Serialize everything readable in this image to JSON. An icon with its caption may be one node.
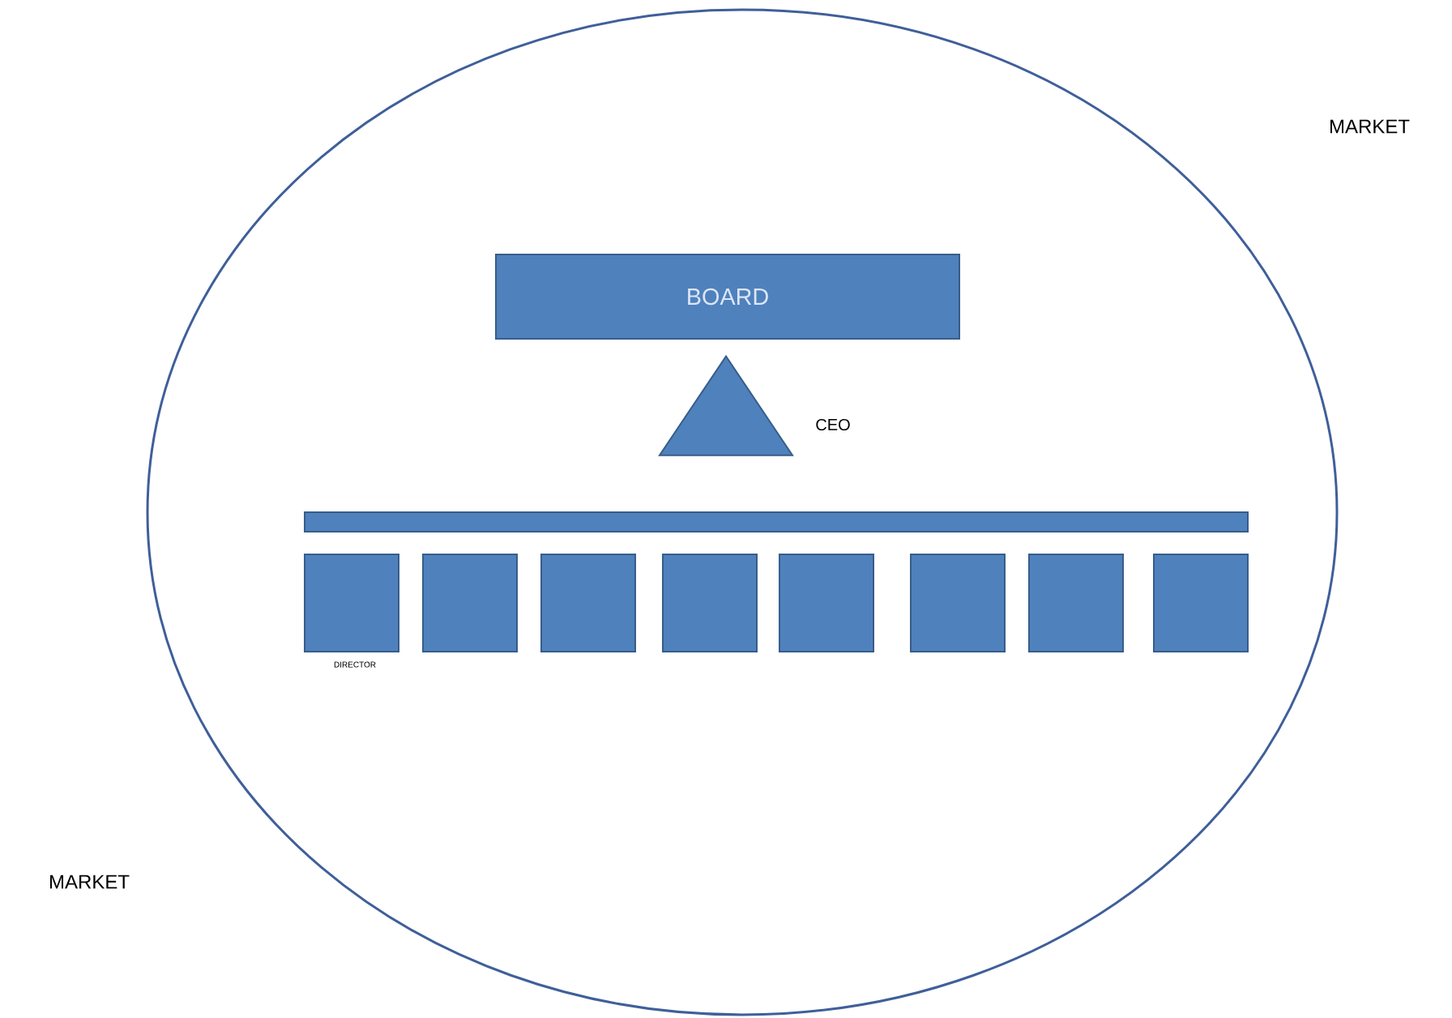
{
  "diagram": {
    "nodes": [
      {
        "text": [],
        "shape": "ellipse"
      },
      {
        "text": [
          "BOARD"
        ],
        "in": 0
      },
      {
        "text": [],
        "shape": "triangle",
        "in": 0,
        "beside": [
          "CEO"
        ]
      },
      {
        "text": [],
        "shape": "bar",
        "in": 0
      },
      {
        "text": [],
        "shape": "box",
        "in": 0,
        "beside": [
          "DIRECTOR"
        ]
      },
      {
        "text": [],
        "shape": "box",
        "in": 0
      },
      {
        "text": [],
        "shape": "box",
        "in": 0
      },
      {
        "text": [],
        "shape": "box",
        "in": 0
      },
      {
        "text": [],
        "shape": "box",
        "in": 0
      },
      {
        "text": [],
        "shape": "box",
        "in": 0
      },
      {
        "text": [],
        "shape": "box",
        "in": 0
      },
      {
        "text": [],
        "shape": "box",
        "in": 0
      }
    ],
    "edges": [],
    "labels": [
      "MARKET",
      "MARKET"
    ]
  }
}
